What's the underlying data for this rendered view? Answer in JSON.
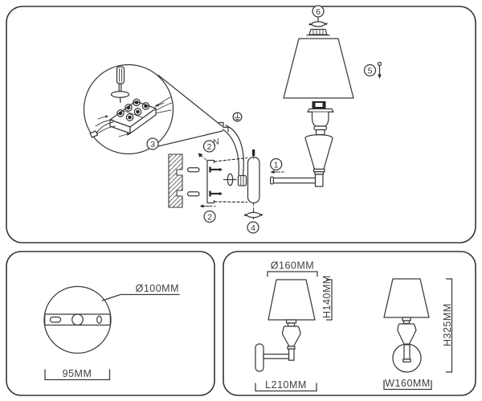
{
  "colors": {
    "line": "#3a3a3a",
    "dark_fill": "#262626",
    "background": "#ffffff"
  },
  "icons": {
    "earth_ground": "⏚"
  },
  "assembly": {
    "badges": {
      "b1": "1",
      "b2_top": "2",
      "b2_bottom": "2",
      "b3": "3",
      "b4": "4",
      "b5": "5",
      "b6": "6"
    },
    "labels": {
      "neutral_wire": "N"
    }
  },
  "plate_dims": {
    "diameter": "Ø100MM",
    "screw_spacing": "95MM"
  },
  "side_view_dims": {
    "shade_diameter": "Ø160MM",
    "shade_height": "H140MM",
    "projection": "L210MM"
  },
  "front_view_dims": {
    "width": "W160MM",
    "total_height": "H325MM"
  }
}
